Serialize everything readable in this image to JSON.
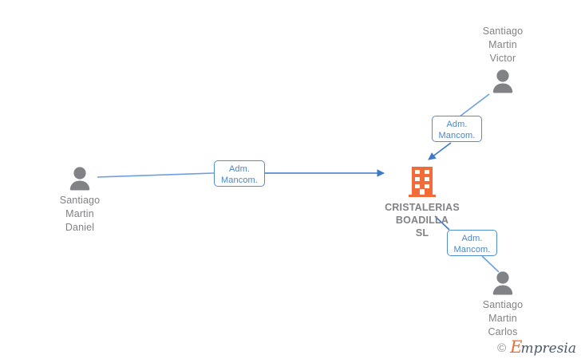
{
  "diagram": {
    "type": "relationship-graph",
    "background": "#ffffff",
    "accent_line_color": "#4f8ed4",
    "company_icon_color": "#f26b38",
    "person_icon_color": "#808285",
    "label_text_color": "#808285"
  },
  "company": {
    "name": "CRISTALERIAS\nBOADILLA\nSL",
    "icon": "building-icon"
  },
  "people": [
    {
      "id": "santiago-martin-daniel",
      "name": "Santiago\nMartin\nDaniel",
      "icon": "person-icon"
    },
    {
      "id": "santiago-martin-victor",
      "name": "Santiago\nMartin\nVictor",
      "icon": "person-icon"
    },
    {
      "id": "santiago-martin-carlos",
      "name": "Santiago\nMartin\nCarlos",
      "icon": "person-icon"
    }
  ],
  "relations": [
    {
      "id": "rel-daniel",
      "label": "Adm.\nMancom."
    },
    {
      "id": "rel-victor",
      "label": "Adm.\nMancom."
    },
    {
      "id": "rel-carlos",
      "label": "Adm.\nMancom."
    }
  ],
  "watermark": {
    "copyright": "©",
    "brand_initial": "E",
    "brand_rest": "mpresia"
  }
}
